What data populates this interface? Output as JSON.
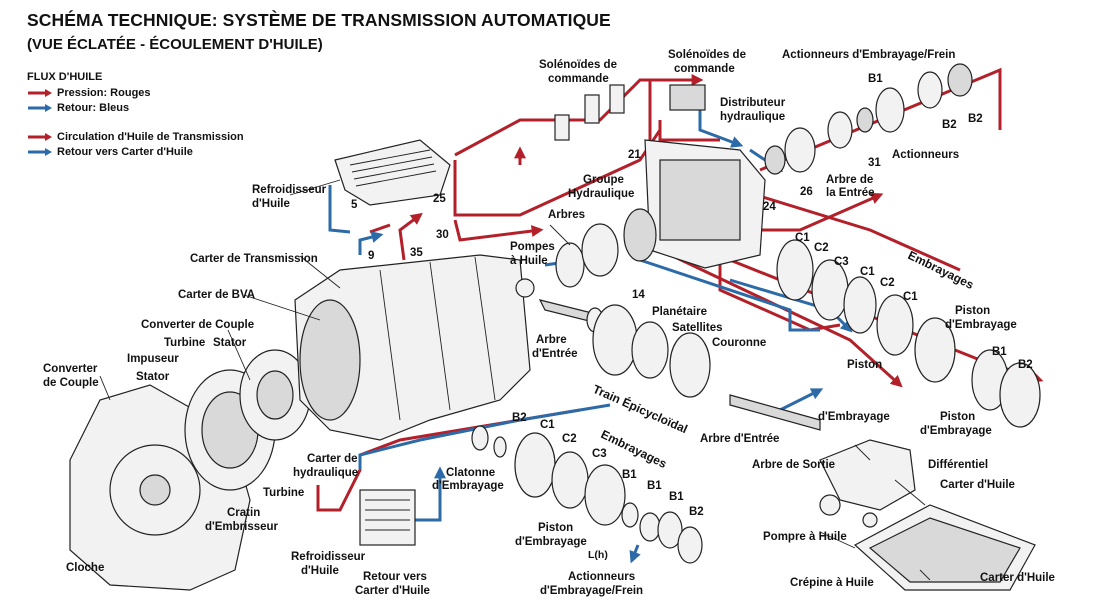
{
  "header": {
    "title": "SCHÉMA TECHNIQUE: SYSTÈME DE TRANSMISSION AUTOMATIQUE",
    "subtitle": "(VUE ÉCLATÉE - ÉCOULEMENT D'HUILE)"
  },
  "legend": {
    "title": "FLUX D'HUILE",
    "items": [
      {
        "label": "Pression: Rouges",
        "color": "#b3202a"
      },
      {
        "label": "Retour: Bleus",
        "color": "#2c6aa8"
      },
      {
        "label": "Circulation d'Huile de Transmission",
        "color": "#b3202a"
      },
      {
        "label": "Retour vers Carter d'Huile",
        "color": "#2c6aa8"
      }
    ]
  },
  "colors": {
    "pressure": "#b3202a",
    "return": "#2c6aa8"
  },
  "labels": {
    "solenoides_1a": "Solénoïdes de",
    "solenoides_1b": "commande",
    "solenoides_2a": "Solénoïdes de",
    "solenoides_2b": "commande",
    "actionneurs_top": "Actionneurs d'Embrayage/Frein",
    "b1_top": "B1",
    "b2_top_a": "B2",
    "b2_top_b": "B2",
    "distributeur_a": "Distributeur",
    "distributeur_b": "hydraulique",
    "n31": "31",
    "actionneurs_top2": "Actionneurs",
    "n21": "21",
    "groupe_a": "Groupe",
    "groupe_b": "Hydraulique",
    "n26": "26",
    "arbre_entree_top_a": "Arbre de",
    "arbre_entree_top_b": "la Entrée",
    "refroid_top_a": "Refroidisseur",
    "refroid_top_b": "d'Huile",
    "n5": "5",
    "n25": "25",
    "n30": "30",
    "n35": "35",
    "n9": "9",
    "n24": "24",
    "arbres": "Arbres",
    "pompes_a": "Pompes",
    "pompes_b": "à Huile",
    "c1_a": "C1",
    "c2_a": "C2",
    "c3_a": "C3",
    "c1_b": "C1",
    "c2_b": "C2",
    "c1_c": "C1",
    "embrayages_top": "Embrayages",
    "carter_transmission": "Carter de Transmission",
    "n14": "14",
    "carter_bva": "Carter de BVA",
    "planetaire": "Planétaire",
    "satellites": "Satellites",
    "couronne": "Couronne",
    "arbre_entree_mid_a": "Arbre",
    "arbre_entree_mid_b": "d'Entrée",
    "piston_right_a": "Piston",
    "piston_right_b": "d'Embrayage",
    "b1_right": "B1",
    "b2_right": "B2",
    "converter_top": "Converter de Couple",
    "turbine_top": "Turbine",
    "stator_top": "Stator",
    "impuseur": "Impuseur",
    "stator_mid": "Stator",
    "converter_left_a": "Converter",
    "converter_left_b": "de Couple",
    "train_epi": "Train Épicycloïdal",
    "piston_mid_a": "Piston",
    "piston_mid_b": "d'Embrayage",
    "piston_r2_a": "Piston",
    "piston_r2_b": "d'Embrayage",
    "arbre_entree_bottom": "Arbre d'Entrée",
    "b2_mid": "B2",
    "c1_d": "C1",
    "c2_d": "C2",
    "c3_d": "C3",
    "embrayages_bottom": "Embrayages",
    "carter_hydr_a": "Carter de",
    "carter_hydr_b": "hydraulique",
    "clatonne_a": "Clatonne",
    "clatonne_b": "d'Embrayage",
    "arbre_sortie": "Arbre de Sortie",
    "differentiel": "Différentiel",
    "turbine_bottom": "Turbine",
    "b1_d": "B1",
    "b1_e": "B1",
    "b1_f": "B1",
    "b2_d": "B2",
    "carter_huile_a": "Carter d'Huile",
    "cratin_a": "Cratin",
    "cratin_b": "d'Embrisseur",
    "piston_bottom_a": "Piston",
    "piston_bottom_b": "d'Embrayage",
    "pompre": "Pompre à Huile",
    "cloche": "Cloche",
    "refroid_bottom_a": "Refroidisseur",
    "refroid_bottom_b": "d'Huile",
    "lh": "L(h)",
    "carter_huile_b": "Carter d'Huile",
    "retour_a": "Retour vers",
    "retour_b": "Carter d'Huile",
    "actionneurs_bottom_a": "Actionneurs",
    "actionneurs_bottom_b": "d'Embrayage/Frein",
    "crepine": "Crépine à Huile"
  }
}
